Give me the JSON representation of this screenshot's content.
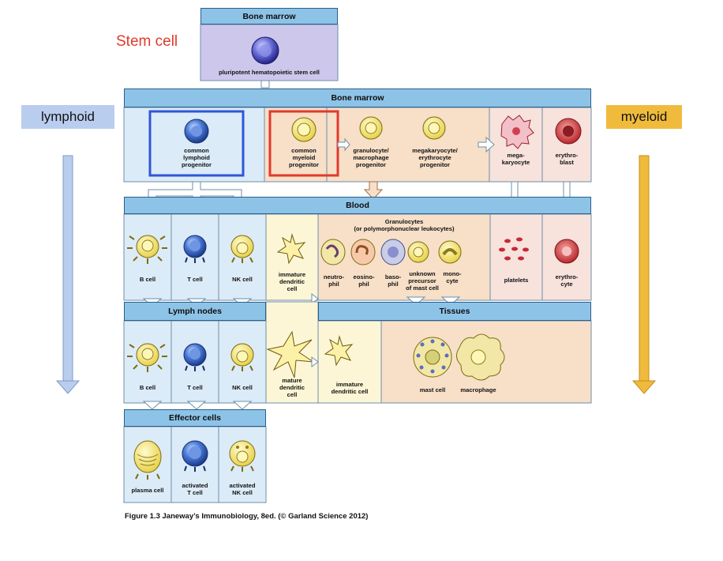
{
  "header": {
    "bone_marrow_top": "Bone marrow",
    "bone_marrow_main": "Bone marrow",
    "blood": "Blood",
    "lymph_nodes": "Lymph nodes",
    "tissues": "Tissues",
    "effector_cells": "Effector cells"
  },
  "side": {
    "stem_cell": "Stem cell",
    "lymphoid": "lymphoid",
    "myeloid": "myeloid"
  },
  "cells": {
    "stem": "pluripotent hematopoietic stem cell",
    "clp1": "common",
    "clp2": "lymphoid",
    "clp3": "progenitor",
    "cmp1": "common",
    "cmp2": "myeloid",
    "cmp3": "progenitor",
    "gmp1": "granulocyte/",
    "gmp2": "macrophage",
    "gmp3": "progenitor",
    "mep1": "megakaryocyte/",
    "mep2": "erythrocyte",
    "mep3": "progenitor",
    "mega1": "mega-",
    "mega2": "karyocyte",
    "eblast1": "erythro-",
    "eblast2": "blast",
    "bcell": "B cell",
    "tcell": "T cell",
    "nkcell": "NK cell",
    "idc1": "immature",
    "idc2": "dendritic",
    "idc3": "cell",
    "gran1": "Granulocytes",
    "gran2": "(or polymorphonuclear leukocytes)",
    "neut1": "neutro-",
    "neut2": "phil",
    "eos1": "eosino-",
    "eos2": "phil",
    "baso1": "baso-",
    "baso2": "phil",
    "unk1": "unknown",
    "unk2": "precursor",
    "unk3": "of mast cell",
    "mono1": "mono-",
    "mono2": "cyte",
    "platelets": "platelets",
    "ery1": "erythro-",
    "ery2": "cyte",
    "ln_bcell": "B cell",
    "ln_tcell": "T cell",
    "ln_nkcell": "NK cell",
    "mdc1": "mature",
    "mdc2": "dendritic",
    "mdc3": "cell",
    "tidc1": "immature",
    "tidc2": "dendritic cell",
    "mast": "mast cell",
    "macro": "macrophage",
    "plasma": "plasma cell",
    "actt1": "activated",
    "actt2": "T cell",
    "actnk1": "activated",
    "actnk2": "NK cell"
  },
  "caption": "Figure 1.3  Janeway’s Immunobiology, 8ed. (© Garland Science 2012)",
  "colors": {
    "header": "#8ec3e8",
    "lymphoid_bg": "#dcebf8",
    "myeloid_bg": "#f7dfc8",
    "highlight_blue": "#2f56d8",
    "highlight_red": "#e03a2c",
    "myeloid_arrow": "#f0bb3c",
    "lymphoid_arrow": "#b9cdee"
  }
}
